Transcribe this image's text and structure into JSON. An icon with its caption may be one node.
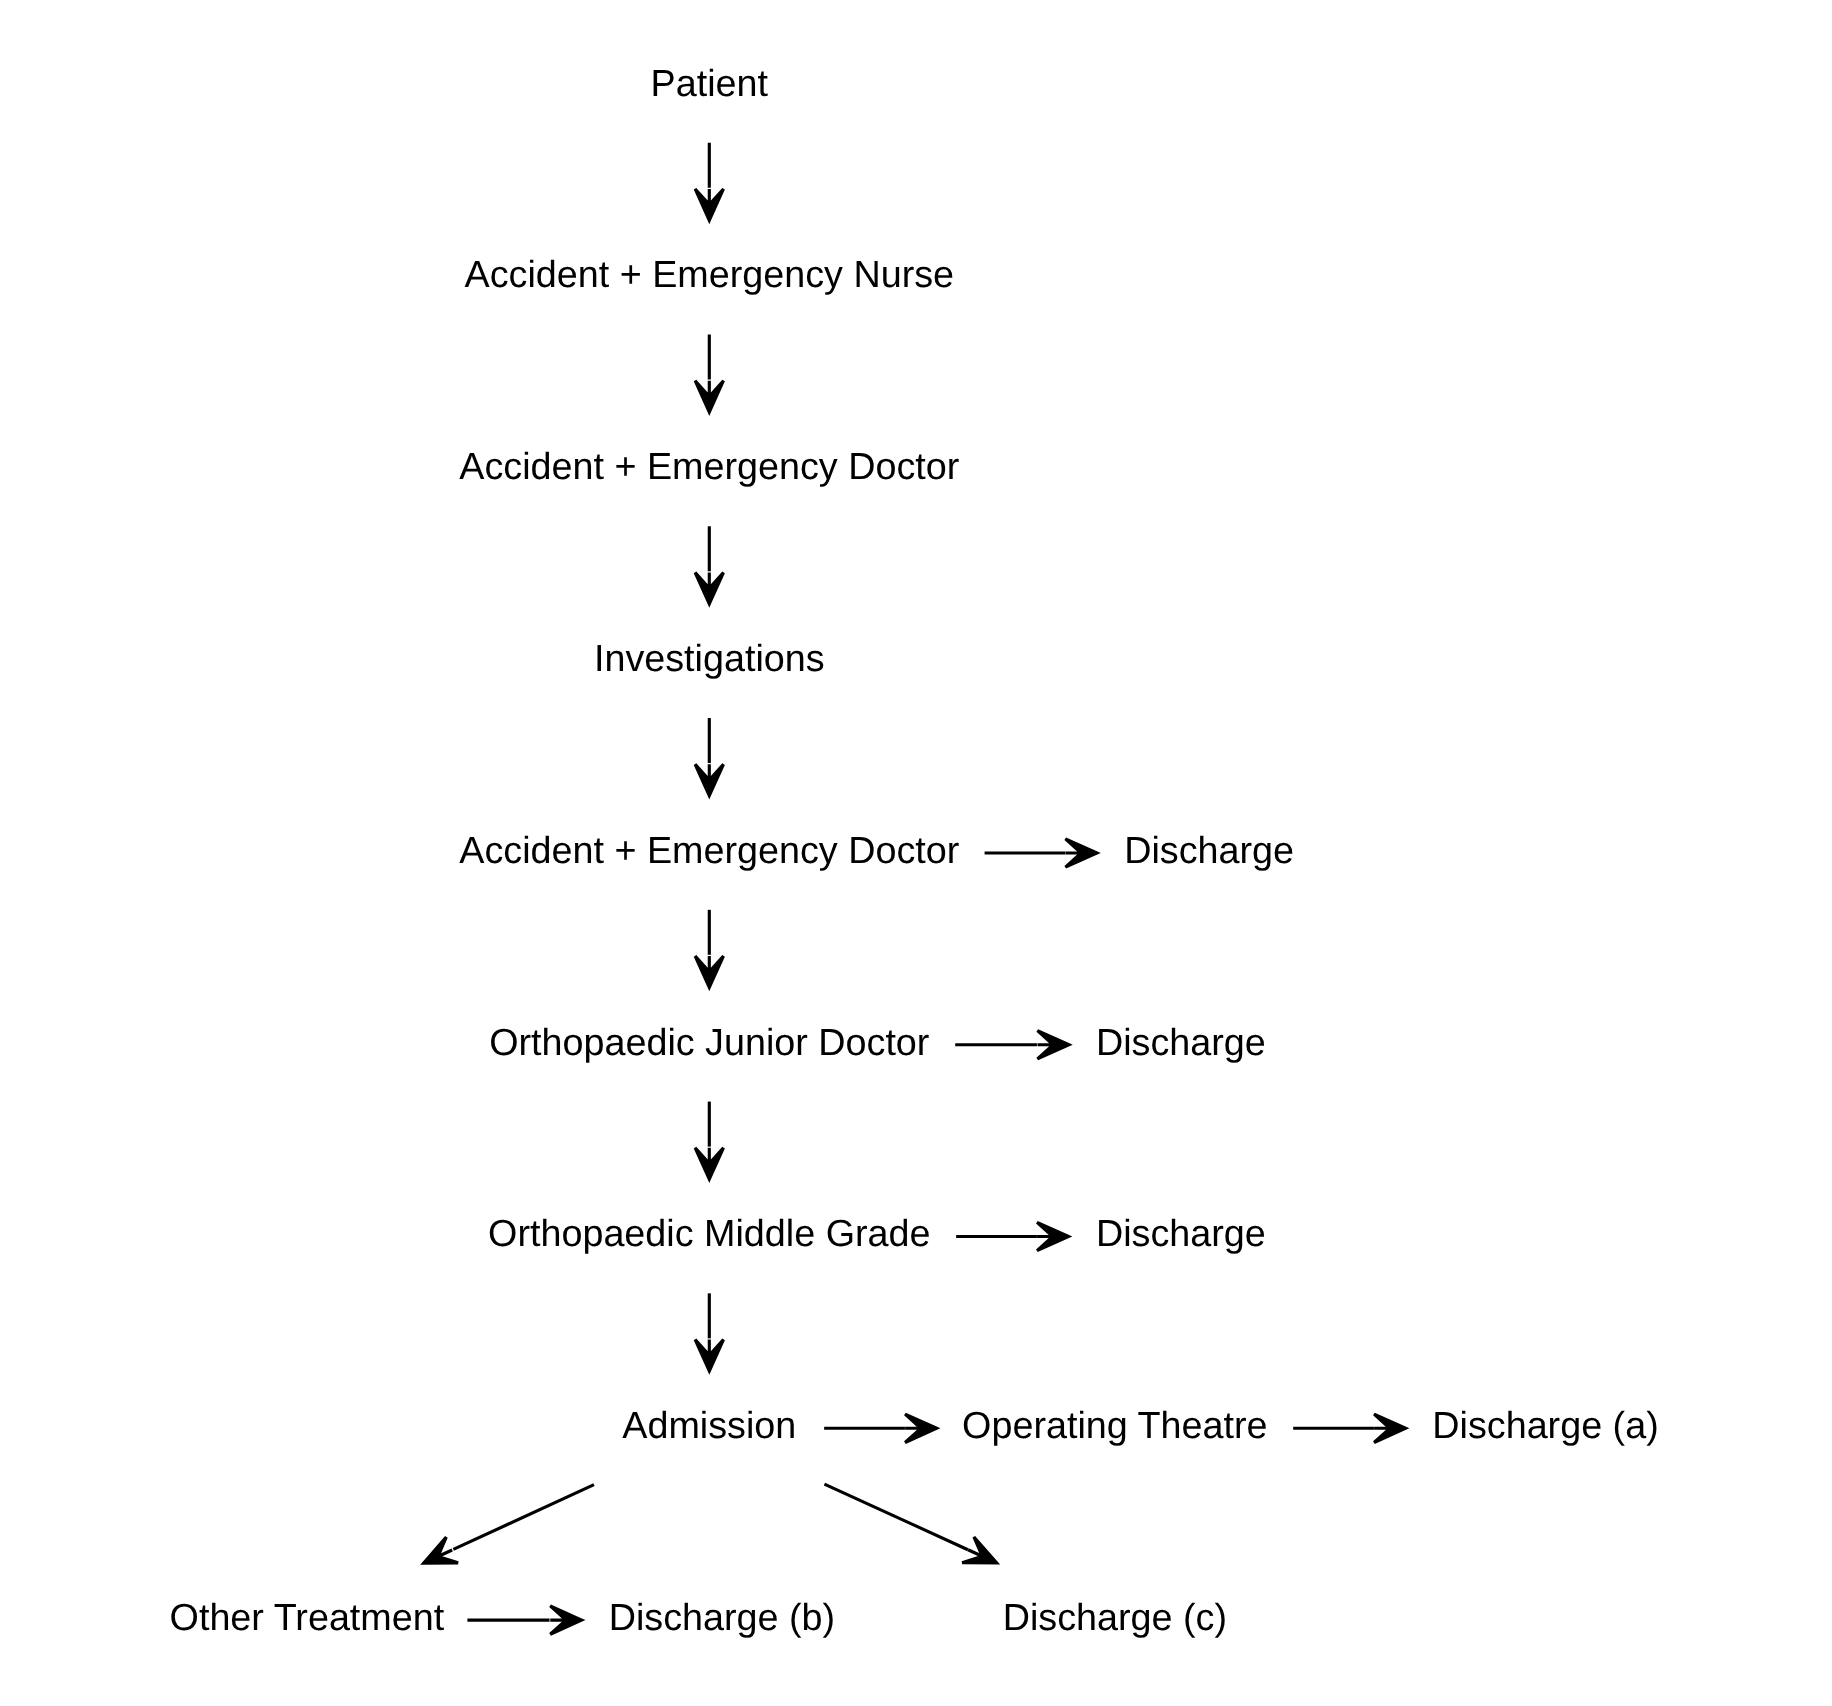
{
  "diagram": {
    "nodes": [
      {
        "text": [
          "Patient"
        ]
      },
      {
        "text": [
          "Accident + Emergency Nurse"
        ]
      },
      {
        "text": [
          "Accident + Emergency Doctor"
        ]
      },
      {
        "text": [
          "Investigations"
        ]
      },
      {
        "text": [
          "Accident + Emergency Doctor"
        ]
      },
      {
        "text": [
          "Discharge"
        ]
      },
      {
        "text": [
          "Orthopaedic Junior Doctor"
        ]
      },
      {
        "text": [
          "Discharge"
        ]
      },
      {
        "text": [
          "Orthopaedic Middle Grade"
        ]
      },
      {
        "text": [
          "Discharge"
        ]
      },
      {
        "text": [
          "Admission"
        ]
      },
      {
        "text": [
          "Operating Theatre"
        ]
      },
      {
        "text": [
          "Discharge (a)"
        ]
      },
      {
        "text": [
          "Other Treatment"
        ]
      },
      {
        "text": [
          "Discharge (b)"
        ]
      },
      {
        "text": [
          "Discharge (c)"
        ]
      }
    ],
    "edges": [
      {
        "from": 0,
        "to": 1,
        "arrow": "to"
      },
      {
        "from": 1,
        "to": 2,
        "arrow": "to"
      },
      {
        "from": 2,
        "to": 3,
        "arrow": "to"
      },
      {
        "from": 3,
        "to": 4,
        "arrow": "to"
      },
      {
        "from": 4,
        "to": 5,
        "arrow": "to"
      },
      {
        "from": 4,
        "to": 6,
        "arrow": "to"
      },
      {
        "from": 6,
        "to": 7,
        "arrow": "to"
      },
      {
        "from": 6,
        "to": 8,
        "arrow": "to"
      },
      {
        "from": 8,
        "to": 9,
        "arrow": "to"
      },
      {
        "from": 8,
        "to": 10,
        "arrow": "to"
      },
      {
        "from": 10,
        "to": 11,
        "arrow": "to"
      },
      {
        "from": 11,
        "to": 12,
        "arrow": "to"
      },
      {
        "from": 10,
        "to": 13,
        "arrow": "to"
      },
      {
        "from": 13,
        "to": 14,
        "arrow": "to"
      },
      {
        "from": 10,
        "to": 15,
        "arrow": "to"
      }
    ]
  }
}
